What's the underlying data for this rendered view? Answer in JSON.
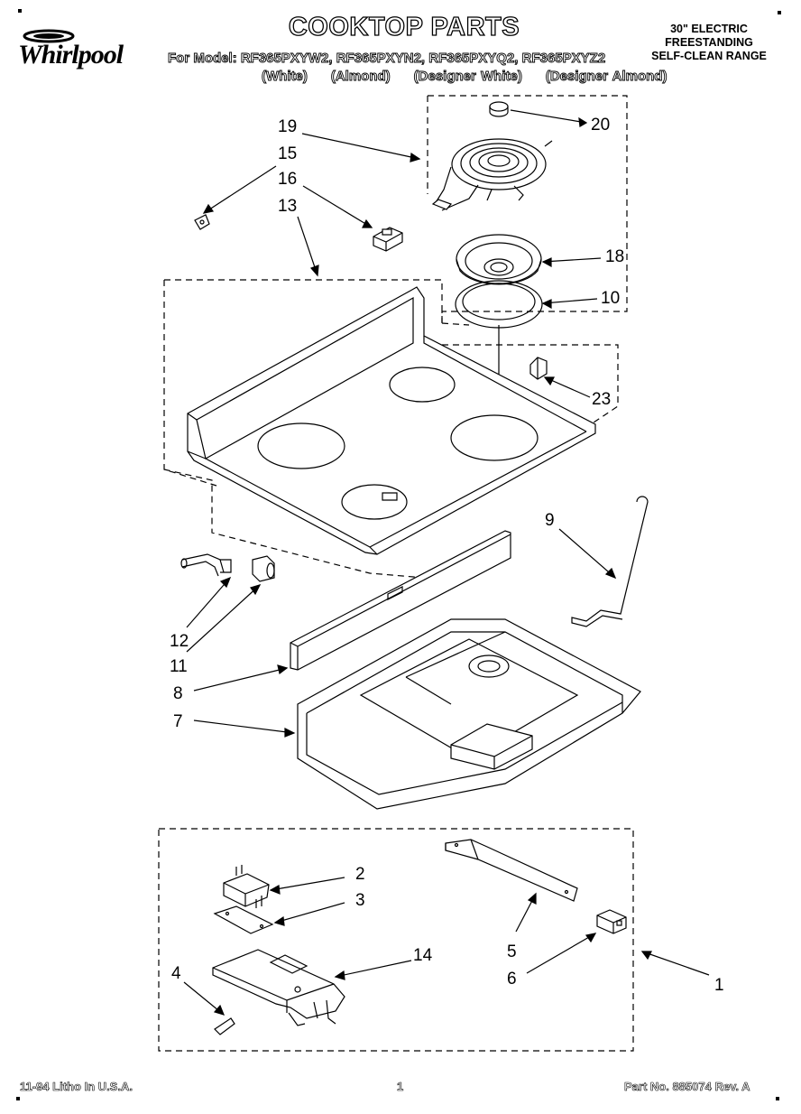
{
  "header": {
    "title": "COOKTOP PARTS",
    "models": "For Model: RF365PXYW2, RF365PXYN2, RF365PXYQ2, RF365PXYZ2",
    "colors": [
      "(White)",
      "(Almond)",
      "(Designer White)",
      "(Designer Almond)"
    ],
    "range_info": [
      "30\" ELECTRIC",
      "FREESTANDING",
      "SELF-CLEAN RANGE"
    ]
  },
  "brand": {
    "logo": "Whirlpool"
  },
  "parts": {
    "p1": "1",
    "p2": "2",
    "p3": "3",
    "p4": "4",
    "p5": "5",
    "p6": "6",
    "p7": "7",
    "p8": "8",
    "p9": "9",
    "p10": "10",
    "p11": "11",
    "p12": "12",
    "p13": "13",
    "p14": "14",
    "p15": "15",
    "p16": "16",
    "p18": "18",
    "p19": "19",
    "p20": "20",
    "p23": "23"
  },
  "footer": {
    "left": "11-94 Litho In U.S.A.",
    "page": "1",
    "part_no": "Part No. 885074 Rev. A"
  }
}
